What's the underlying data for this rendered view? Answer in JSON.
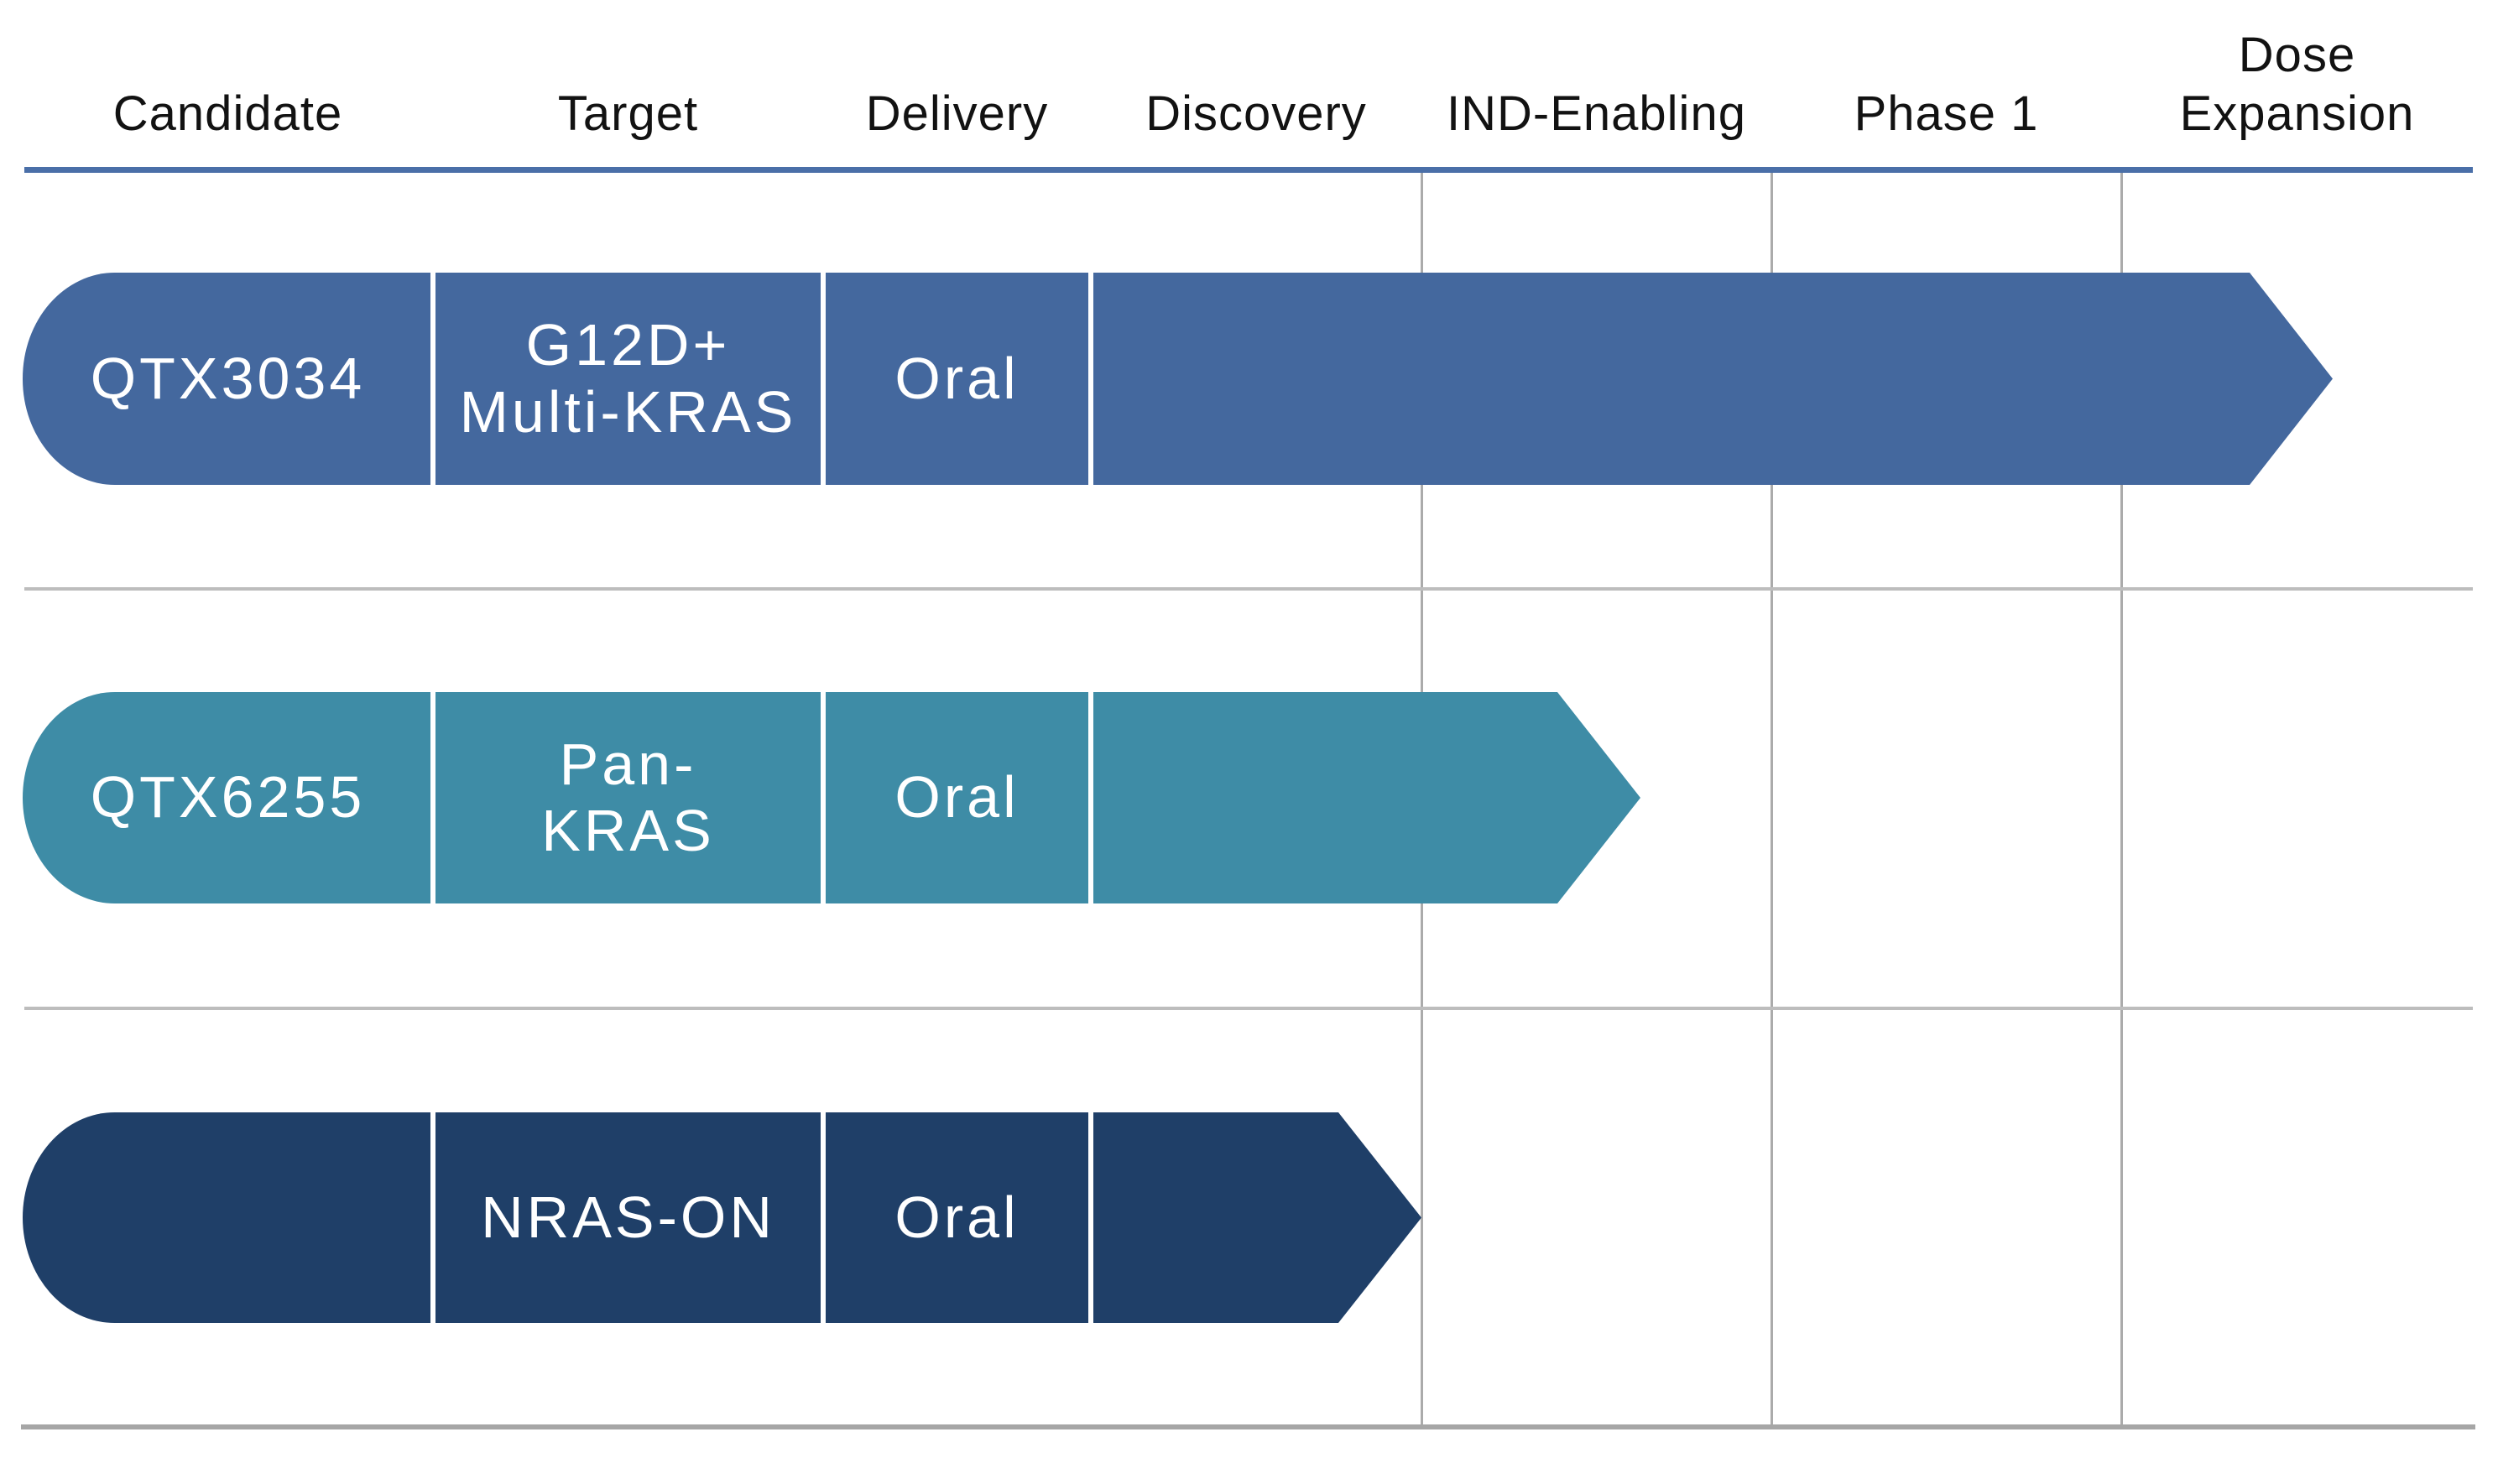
{
  "header": {
    "columns": [
      {
        "label": "Candidate",
        "lines": [
          "Candidate"
        ]
      },
      {
        "label": "Target",
        "lines": [
          "Target"
        ]
      },
      {
        "label": "Delivery",
        "lines": [
          "Delivery"
        ]
      },
      {
        "label": "Discovery",
        "lines": [
          "Discovery"
        ]
      },
      {
        "label": "IND-Enabling",
        "lines": [
          "IND-Enabling"
        ]
      },
      {
        "label": "Phase 1",
        "lines": [
          "Phase 1"
        ]
      },
      {
        "label": "Dose Expansion",
        "lines": [
          "Dose",
          "Expansion"
        ]
      }
    ]
  },
  "rows": [
    {
      "candidate": "QTX3034",
      "target": "G12D+ Multi-KRAS",
      "target_lines": [
        "G12D+",
        "Multi-KRAS"
      ],
      "delivery": "Oral",
      "stage_reached": "Dose Expansion",
      "color": "#44689e"
    },
    {
      "candidate": "QTX6255",
      "target": "Pan-KRAS",
      "target_lines": [
        "Pan-",
        "KRAS"
      ],
      "delivery": "Oral",
      "stage_reached": "IND-Enabling",
      "color": "#3e8ca6"
    },
    {
      "candidate": "",
      "target": "NRAS-ON",
      "target_lines": [
        "NRAS-ON"
      ],
      "delivery": "Oral",
      "stage_reached": "Discovery",
      "color": "#1f3f68"
    }
  ],
  "colors": {
    "row1_blue": "#44689e",
    "row2_teal": "#3e8ca6",
    "row3_navy": "#1f3f68",
    "header_rule_blue": "#4a6fa8",
    "gridline_gray": "#ababab",
    "separator_gray": "#bdbdbd",
    "bottom_border_gray": "#a6a6a6",
    "header_text": "#121212",
    "pill_text": "#ffffff"
  },
  "chart_data": {
    "type": "bar",
    "orientation": "horizontal",
    "title": "",
    "info_columns": [
      "Candidate",
      "Target",
      "Delivery"
    ],
    "stage_columns": [
      "Discovery",
      "IND-Enabling",
      "Phase 1",
      "Dose Expansion"
    ],
    "grid": true,
    "legend": false,
    "rows": [
      {
        "candidate": "QTX3034",
        "target": "G12D+ Multi-KRAS",
        "delivery": "Oral",
        "stage_reached": "Dose Expansion",
        "fraction_into_stage": 0.6,
        "stages_from_discovery_start": 3.6,
        "color": "#44689e"
      },
      {
        "candidate": "QTX6255",
        "target": "Pan-KRAS",
        "delivery": "Oral",
        "stage_reached": "IND-Enabling",
        "fraction_into_stage": 0.63,
        "stages_from_discovery_start": 1.63,
        "color": "#3e8ca6"
      },
      {
        "candidate": "",
        "target": "NRAS-ON",
        "delivery": "Oral",
        "stage_reached": "Discovery",
        "fraction_into_stage": 1.0,
        "stages_from_discovery_start": 1.0,
        "color": "#1f3f68"
      }
    ]
  }
}
